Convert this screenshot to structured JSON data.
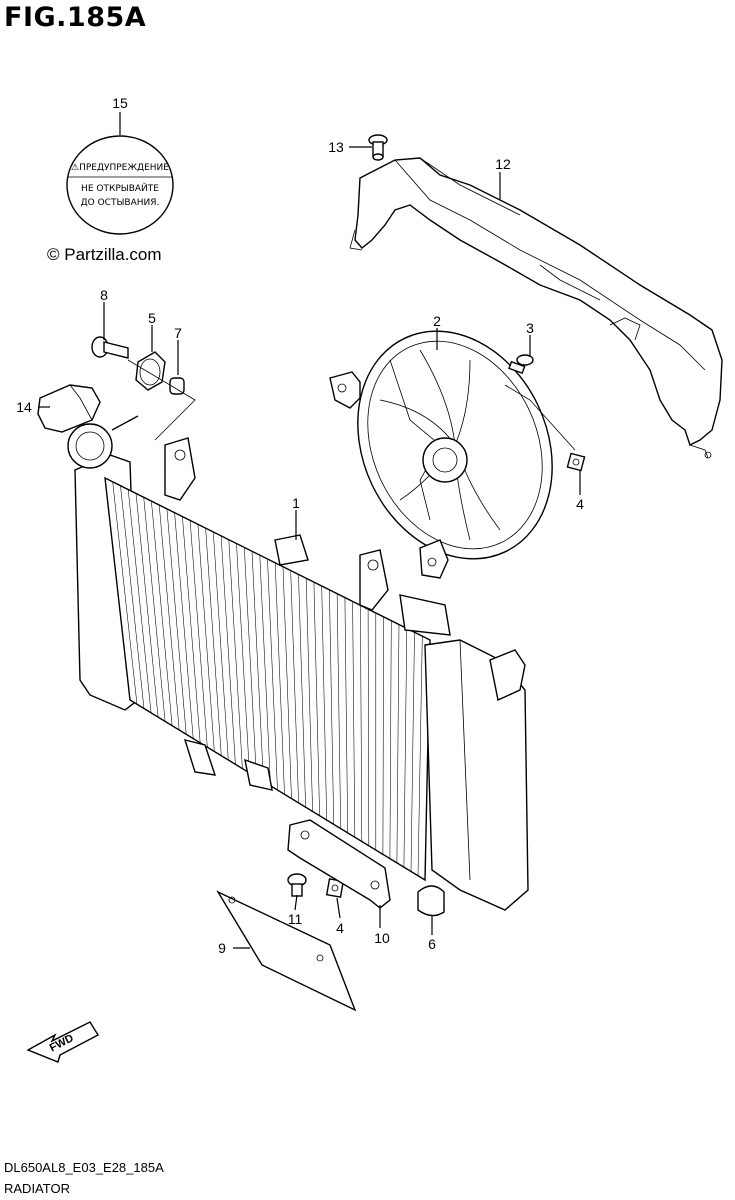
{
  "header": {
    "figure_title": "FIG.185A"
  },
  "watermark": {
    "text": "© Partzilla.com"
  },
  "footer": {
    "ref_code": "DL650AL8_E03_E28_185A",
    "section_name": "RADIATOR"
  },
  "cap_label": {
    "line1": "⚠ПРЕДУПРЕЖДЕНИЕ",
    "line2": "НЕ ОТКРЫВАЙТЕ",
    "line3": "ДО ОСТЫВАНИЯ."
  },
  "fwd_arrow": {
    "text": "FWD"
  },
  "callouts": [
    {
      "key": "p1",
      "label": "1"
    },
    {
      "key": "p2",
      "label": "2"
    },
    {
      "key": "p3",
      "label": "3"
    },
    {
      "key": "p4a",
      "label": "4"
    },
    {
      "key": "p4b",
      "label": "4"
    },
    {
      "key": "p5",
      "label": "5"
    },
    {
      "key": "p6",
      "label": "6"
    },
    {
      "key": "p7",
      "label": "7"
    },
    {
      "key": "p8",
      "label": "8"
    },
    {
      "key": "p9",
      "label": "9"
    },
    {
      "key": "p10",
      "label": "10"
    },
    {
      "key": "p11",
      "label": "11"
    },
    {
      "key": "p12",
      "label": "12"
    },
    {
      "key": "p13",
      "label": "13"
    },
    {
      "key": "p14",
      "label": "14"
    },
    {
      "key": "p15",
      "label": "15"
    }
  ]
}
